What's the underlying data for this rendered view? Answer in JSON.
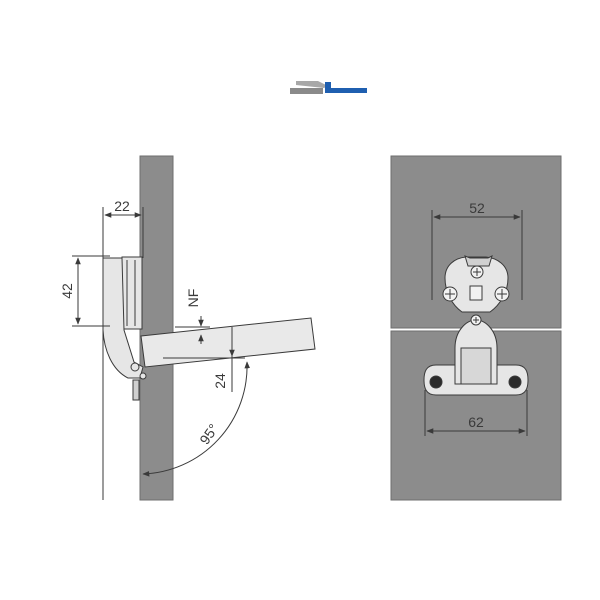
{
  "mounting_icon": {
    "name": "overlay-mounting-icon",
    "colors": {
      "door": "#8a8a8a",
      "cabinet": "#1f5fb0"
    }
  },
  "side_view": {
    "dimensions": {
      "cup_depth": "22",
      "hinge_height": "42",
      "nf": "NF",
      "door_offset": "24",
      "opening_angle": "95°"
    }
  },
  "front_view": {
    "dimensions": {
      "cup_hole_spacing": "52",
      "plate_hole_spacing": "62"
    }
  },
  "colors": {
    "panel": "#8c8c8c",
    "panel_edge": "#6e6e6e",
    "hinge_metal": "#e6e6e6",
    "line": "#3a3a3a"
  }
}
